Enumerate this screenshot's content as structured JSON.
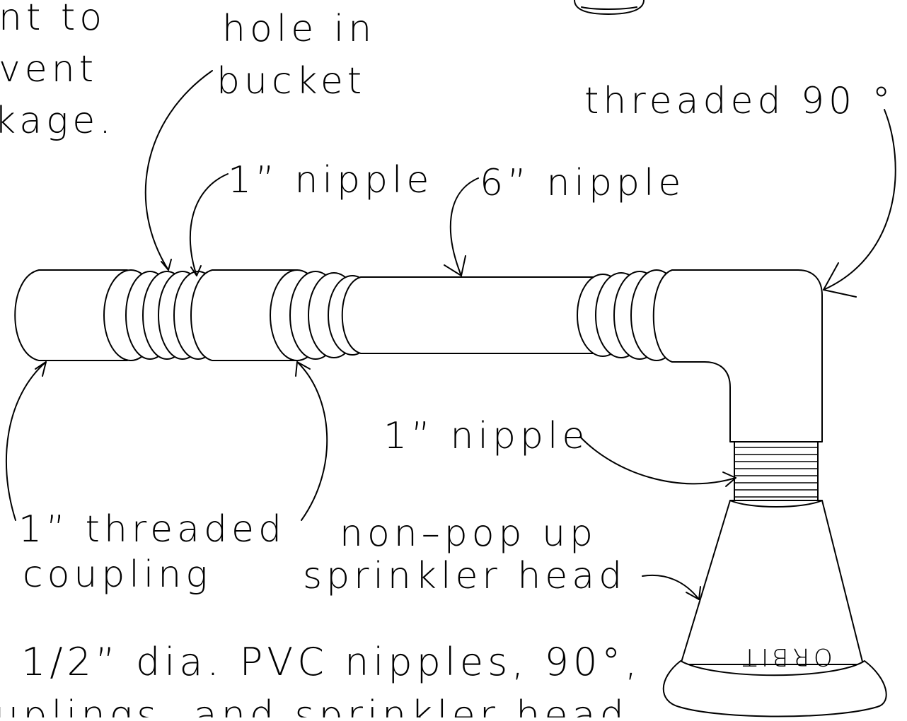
{
  "labels": {
    "top_left_line1": "nt to",
    "top_left_line2": "vent",
    "top_left_line3": "kage.",
    "hole_line1": "hole in",
    "hole_line2": "bucket",
    "threaded_90": "threaded 90 °",
    "nipple_1in_top": "1” nipple",
    "nipple_6in": "6” nipple",
    "nipple_1in_bottom": "1” nipple",
    "coupling_line1": "1” threaded",
    "coupling_line2": "coupling",
    "sprinkler_line1": "non–pop up",
    "sprinkler_line2": "sprinkler head",
    "note_line1": "1/2” dia. PVC nipples, 90°,",
    "note_line2": "uplings, and sprinkler head",
    "brand": "ORBIT"
  },
  "colors": {
    "line": "#000000",
    "background": "#ffffff"
  }
}
